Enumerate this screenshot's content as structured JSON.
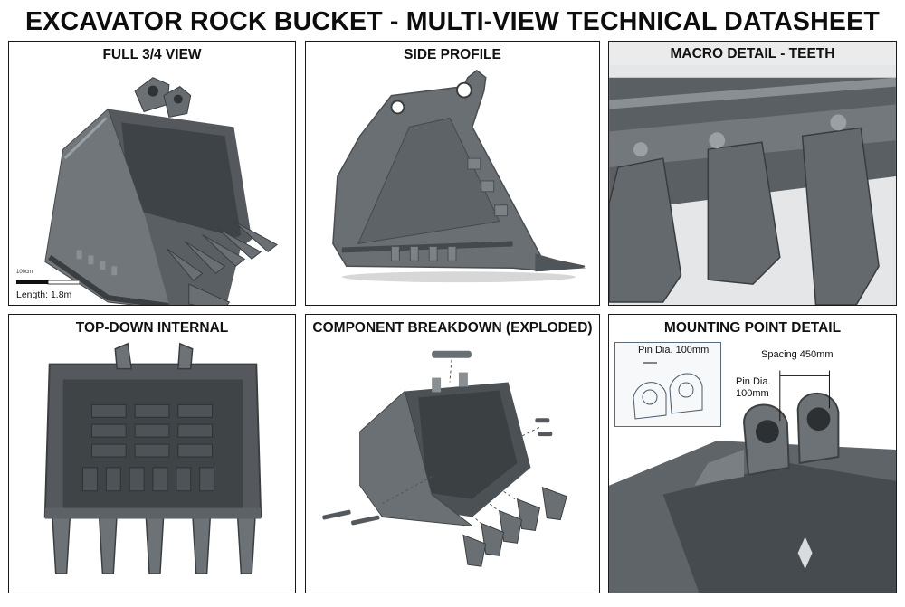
{
  "title": "EXCAVATOR ROCK BUCKET - MULTI-VIEW TECHNICAL DATASHEET",
  "panels": {
    "p1": {
      "title": "FULL 3/4 VIEW",
      "scale_small": "100cm",
      "scale_label": "Length: 1.8m"
    },
    "p2": {
      "title": "SIDE PROFILE"
    },
    "p3": {
      "title": "MACRO DETAIL - TEETH"
    },
    "p4": {
      "title": "TOP-DOWN INTERNAL"
    },
    "p5": {
      "title": "COMPONENT BREAKDOWN (EXPLODED)"
    },
    "p6": {
      "title": "MOUNTING POINT DETAIL",
      "inset_pin": "Pin Dia. 100mm",
      "pin_line1": "Pin Dia.",
      "pin_line2": "100mm",
      "spacing": "Spacing 450mm"
    }
  },
  "colors": {
    "steel": "#5f6468",
    "steel_light": "#8a8f93",
    "steel_dark": "#3a3e41",
    "border": "#1b1b1b"
  }
}
